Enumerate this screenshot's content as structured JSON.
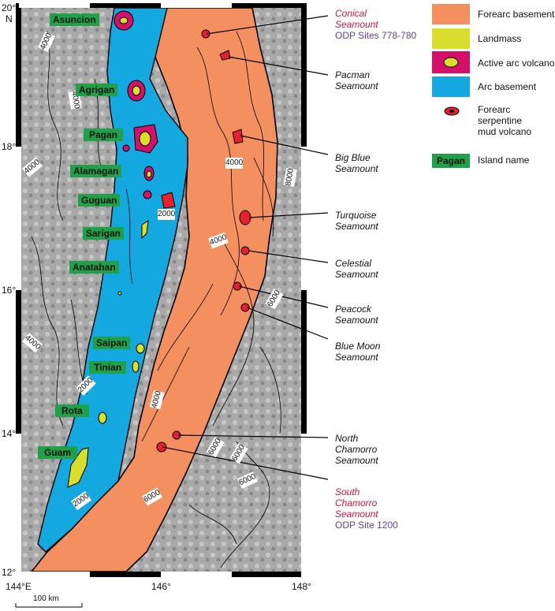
{
  "map": {
    "lat_labels": [
      {
        "text": "20°",
        "sub": "N"
      },
      {
        "text": "18°"
      },
      {
        "text": "16°"
      },
      {
        "text": "14°"
      },
      {
        "text": "12°"
      }
    ],
    "lon_labels": [
      "144°E",
      "146°",
      "148°"
    ],
    "contour_labels": [
      "4000",
      "4000",
      "4000",
      "2000",
      "4000",
      "4000",
      "2000",
      "4000",
      "2000",
      "4000",
      "6000",
      "6000",
      "6000",
      "6000",
      "8000",
      "6000"
    ],
    "islands": [
      "Asuncion",
      "Agrigan",
      "Pagan",
      "Alamagan",
      "Guguan",
      "Sarigan",
      "Anatahan",
      "Saipan",
      "Tinian",
      "Rota",
      "Guam"
    ],
    "scale_label": "100 km"
  },
  "seamounts": [
    {
      "name1": "Conical",
      "name2": "Seamount",
      "site": "ODP Sites 778-780",
      "style": "red"
    },
    {
      "name1": "Pacman",
      "name2": "Seamount"
    },
    {
      "name1": "Big Blue",
      "name2": "Seamount"
    },
    {
      "name1": "Turquoise",
      "name2": "Seamount"
    },
    {
      "name1": "Celestial",
      "name2": "Seamount"
    },
    {
      "name1": "Peacock",
      "name2": "Seamount"
    },
    {
      "name1": "Blue Moon",
      "name2": "Seamount"
    },
    {
      "name1": "North",
      "name2": "Chamorro",
      "name3": "Seamount"
    },
    {
      "name1": "South",
      "name2": "Chamorro",
      "name3": "Seamount",
      "site": "ODP Site 1200",
      "style": "red"
    }
  ],
  "legend": {
    "forearc": "Forearc basement",
    "landmass": "Landmass",
    "active_volcano": "Active arc volcano",
    "arc_basement": "Arc basement",
    "serpentine_1": "Forearc",
    "serpentine_2": "serpentine",
    "serpentine_3": "mud volcano",
    "island_swatch": "Pagan",
    "island_name": "Island name"
  },
  "colors": {
    "forearc": "#f4905f",
    "arc": "#14a8e0",
    "landmass": "#d9de2c",
    "volcano": "#d41068",
    "mud_volcano": "#e8202e",
    "island_label_bg": "#1fa14a",
    "site_red": "#d4143c",
    "site_purple": "#5b3f9e"
  }
}
